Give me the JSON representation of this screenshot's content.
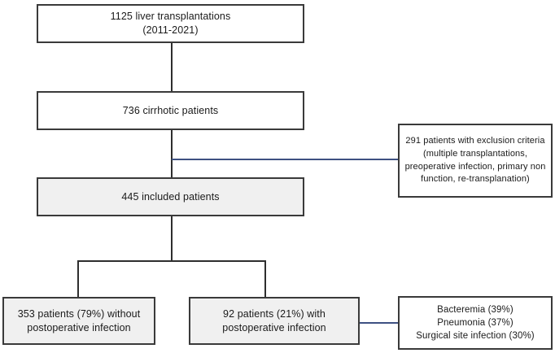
{
  "diagram": {
    "title": "Liver transplantation patient selection flowchart",
    "type": "flowchart",
    "accent_color": "#3e5182",
    "border_color": "#3a3a3a",
    "shaded_fill": "#f0f0f0",
    "nodes": {
      "total_transplantations": "1125 liver transplantations\n(2011-2021)",
      "cirrhotic_patients": "736 cirrhotic patients",
      "excluded_patients": "291 patients with exclusion criteria (multiple transplantations, preoperative infection, primary non function, re-transplanation)",
      "included_patients": "445 included patients",
      "without_infection": "353 patients (79%) without postoperative infection",
      "with_infection": "92 patients (21%) with postoperative infection",
      "infection_types": "Bacteremia (39%)\nPneumonia (37%)\nSurgical site infection (30%)"
    }
  }
}
